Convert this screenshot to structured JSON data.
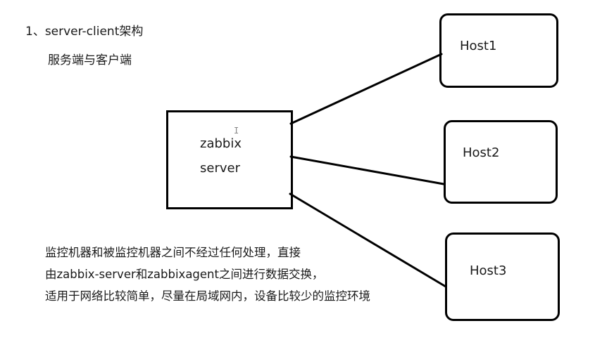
{
  "heading": {
    "title": "1、server-client架构",
    "subtitle": "服务端与客户端"
  },
  "diagram": {
    "server": {
      "label_line1": "zabbix",
      "label_line2": "server",
      "cursor_glyph": "I"
    },
    "hosts": [
      {
        "id": "host1",
        "label": "Host1"
      },
      {
        "id": "host2",
        "label": "Host2"
      },
      {
        "id": "host3",
        "label": "Host3"
      }
    ],
    "connections": [
      {
        "from": "server",
        "to": "host1"
      },
      {
        "from": "server",
        "to": "host2"
      },
      {
        "from": "server",
        "to": "host3"
      }
    ]
  },
  "description": {
    "lines": [
      "监控机器和被监控机器之间不经过任何处理，直接",
      "由zabbix-server和zabbixagent之间进行数据交换，",
      "适用于网络比较简单，尽量在局域网内，设备比较少的监控环境"
    ]
  },
  "colors": {
    "line": "#000000",
    "text": "#1a1a1a",
    "background": "#ffffff"
  }
}
